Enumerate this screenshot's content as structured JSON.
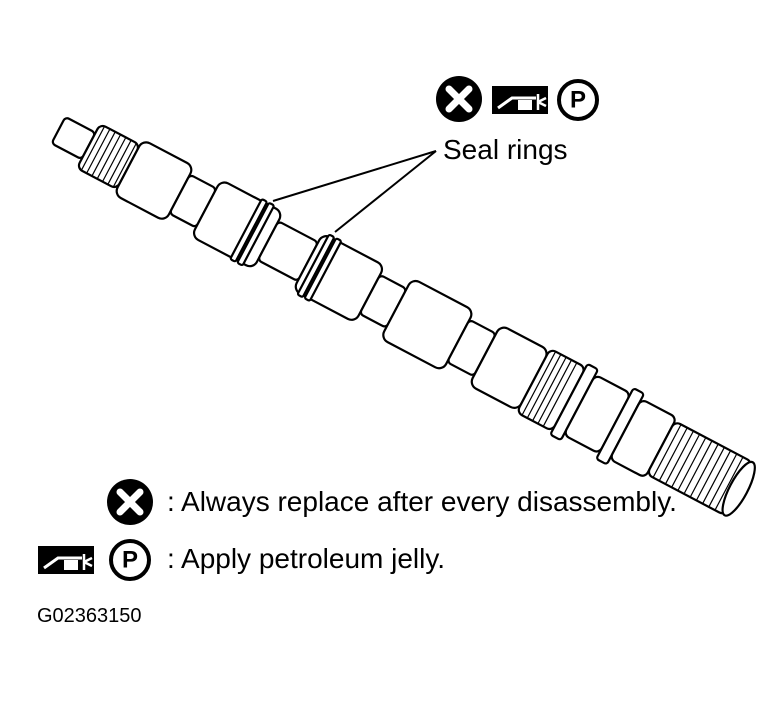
{
  "callout": {
    "label": "Seal rings"
  },
  "legend": [
    {
      "icons": [
        "replace-x-icon"
      ],
      "text": ": Always replace after every disassembly."
    },
    {
      "icons": [
        "grease-gun-icon",
        "petroleum-p-icon"
      ],
      "text": ": Apply petroleum jelly."
    }
  ],
  "figure_code": "G02363150",
  "icon_glyphs": {
    "petroleum": "P"
  }
}
